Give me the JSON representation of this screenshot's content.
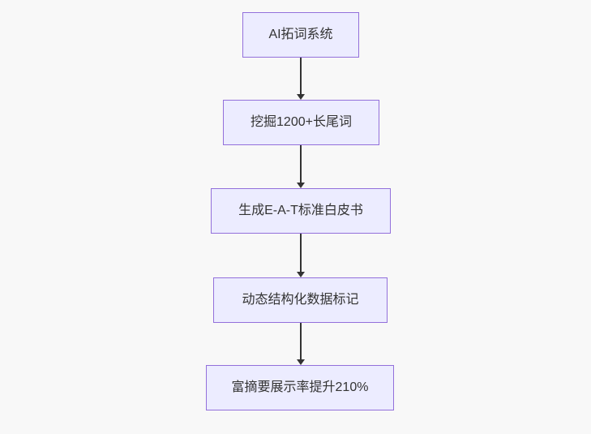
{
  "flowchart": {
    "type": "flowchart",
    "direction": "top-down",
    "nodes": [
      {
        "label": "AI拓词系统"
      },
      {
        "label": "挖掘1200+长尾词"
      },
      {
        "label": "生成E-A-T标准白皮书"
      },
      {
        "label": "动态结构化数据标记"
      },
      {
        "label": "富摘要展示率提升210%"
      }
    ],
    "edges": [
      {
        "from": "AI拓词系统",
        "to": "挖掘1200+长尾词",
        "style": "arrow-down"
      },
      {
        "from": "挖掘1200+长尾词",
        "to": "生成E-A-T标准白皮书",
        "style": "arrow-down"
      },
      {
        "from": "生成E-A-T标准白皮书",
        "to": "动态结构化数据标记",
        "style": "arrow-down"
      },
      {
        "from": "动态结构化数据标记",
        "to": "富摘要展示率提升210%",
        "style": "arrow-down"
      }
    ]
  },
  "colors": {
    "bg": "#f8f8f8",
    "node-fill": "#ECECFF",
    "node-border": "#9370DB",
    "edge": "#333333",
    "text": "#333333"
  }
}
